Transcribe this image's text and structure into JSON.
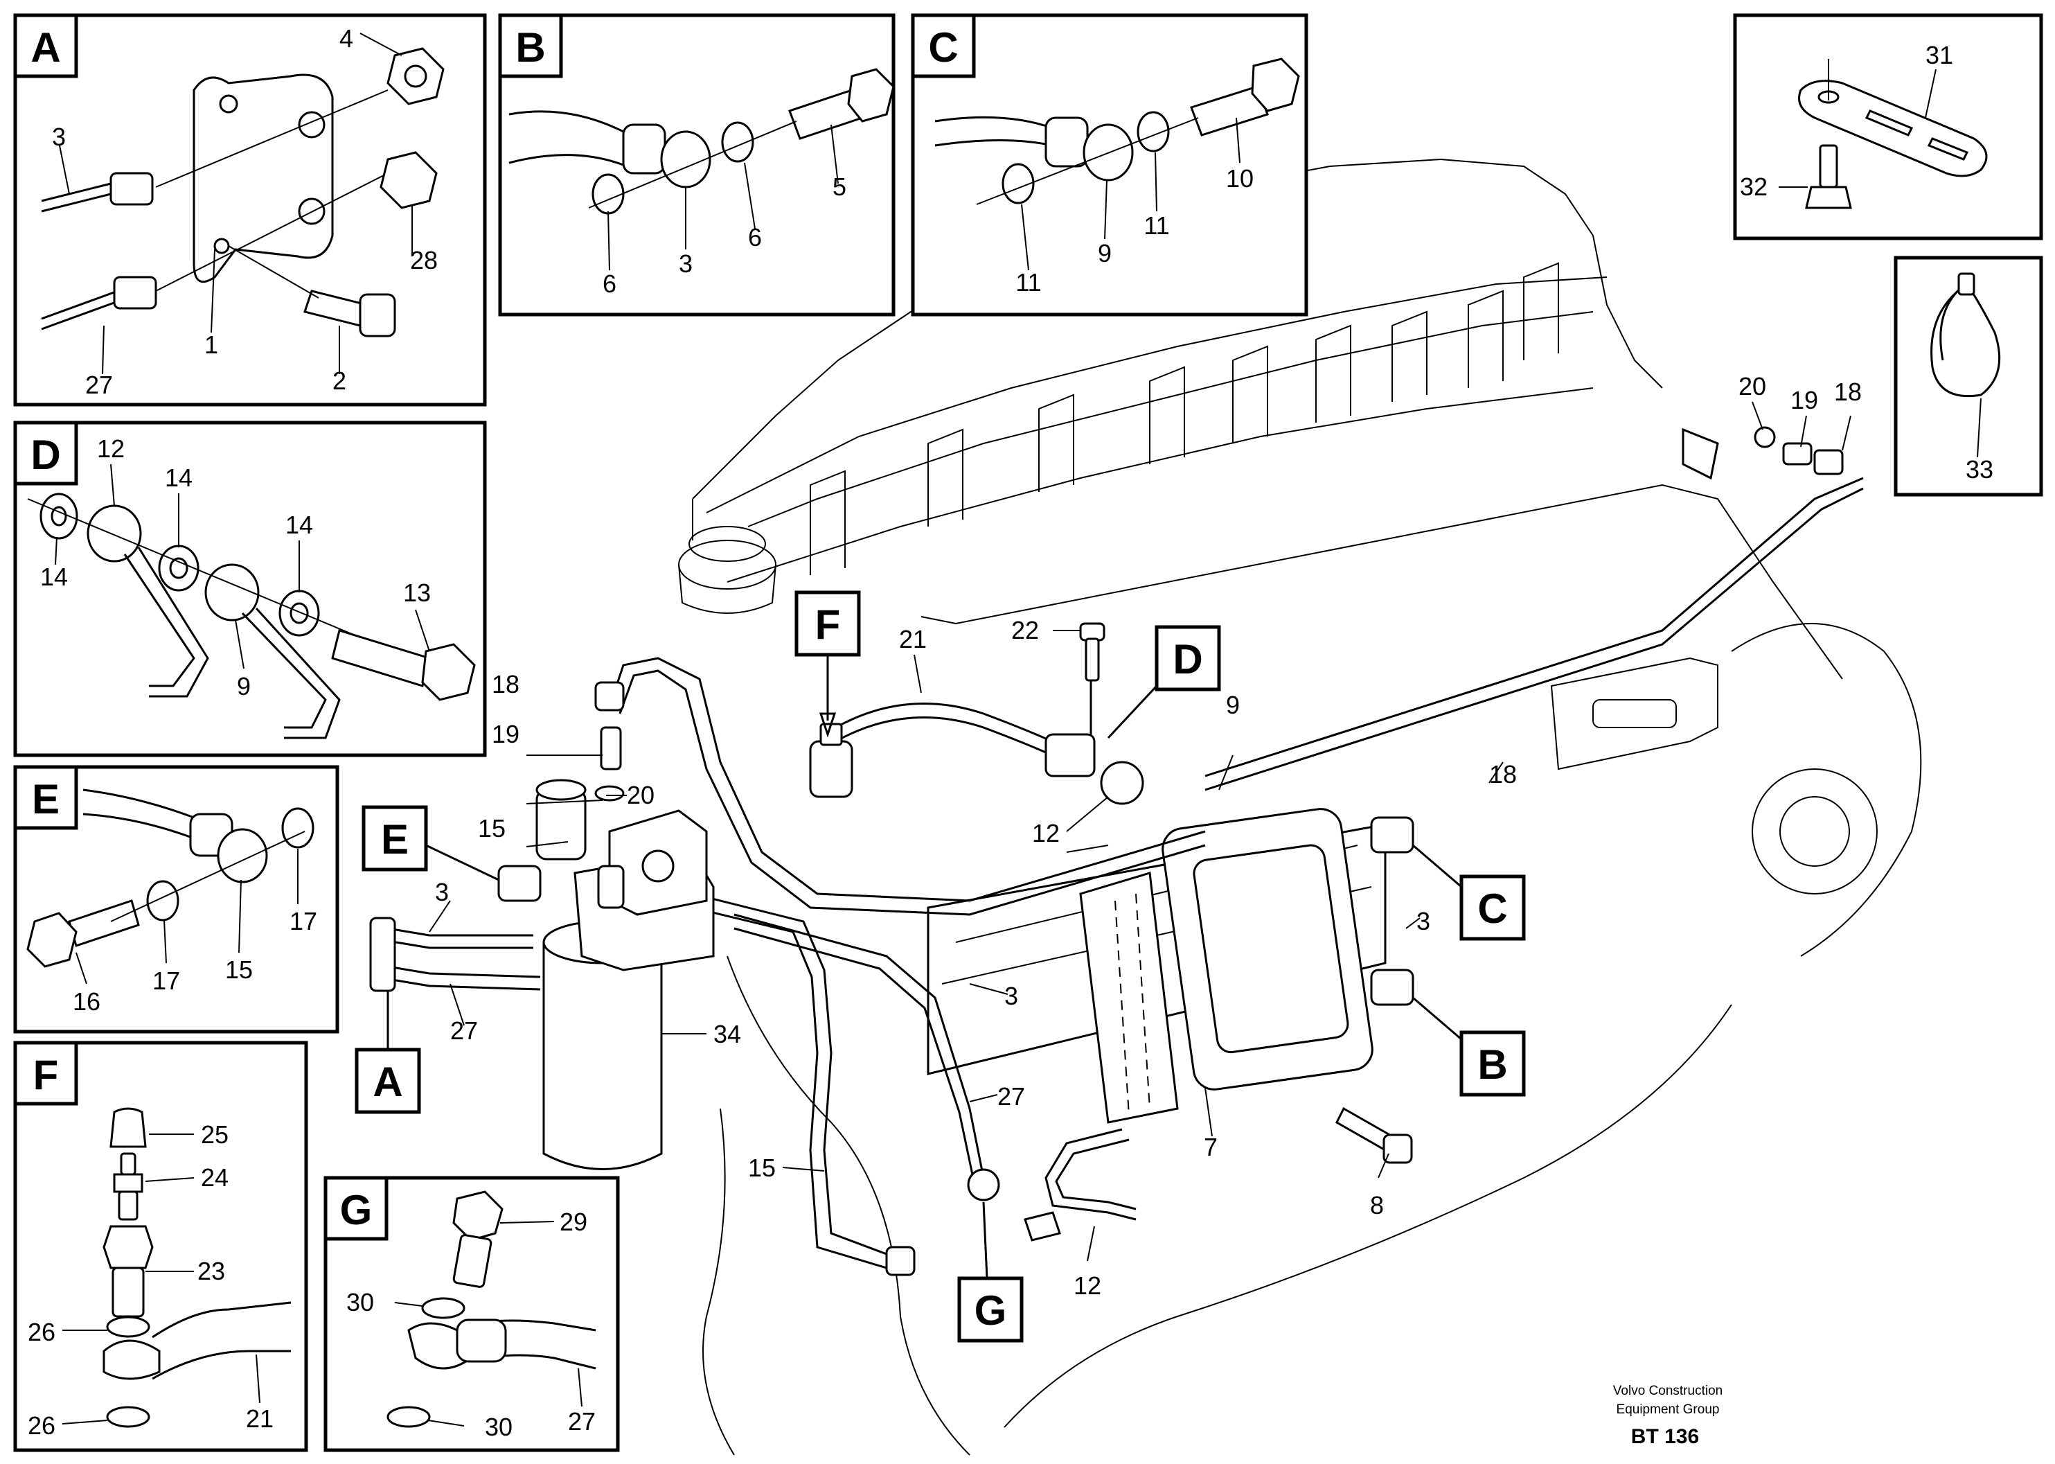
{
  "footer": {
    "company_line1": "Volvo Construction",
    "company_line2": "Equipment Group",
    "code": "BT 136"
  },
  "panels": {
    "A": {
      "letter": "A",
      "labels": [
        "4",
        "3",
        "28",
        "1",
        "2",
        "27"
      ]
    },
    "B": {
      "letter": "B",
      "labels": [
        "5",
        "6",
        "3",
        "6"
      ]
    },
    "C": {
      "letter": "C",
      "labels": [
        "10",
        "11",
        "9",
        "11"
      ]
    },
    "D": {
      "letter": "D",
      "labels": [
        "12",
        "14",
        "14",
        "14",
        "13",
        "9"
      ]
    },
    "E": {
      "letter": "E",
      "labels": [
        "17",
        "16",
        "17",
        "15"
      ]
    },
    "F": {
      "letter": "F",
      "labels": [
        "25",
        "24",
        "23",
        "26",
        "26",
        "21"
      ]
    },
    "G": {
      "letter": "G",
      "labels": [
        "29",
        "30",
        "30",
        "27"
      ]
    },
    "H": {
      "labels": [
        "31",
        "32"
      ]
    },
    "I": {
      "labels": [
        "33"
      ]
    }
  },
  "main": {
    "callouts": [
      "F",
      "D",
      "E",
      "A",
      "C",
      "B",
      "G"
    ],
    "labels": [
      "20",
      "19",
      "18",
      "21",
      "22",
      "18",
      "19",
      "20",
      "15",
      "9",
      "18",
      "12",
      "3",
      "3",
      "3",
      "27",
      "34",
      "27",
      "15",
      "12",
      "7",
      "8"
    ]
  }
}
